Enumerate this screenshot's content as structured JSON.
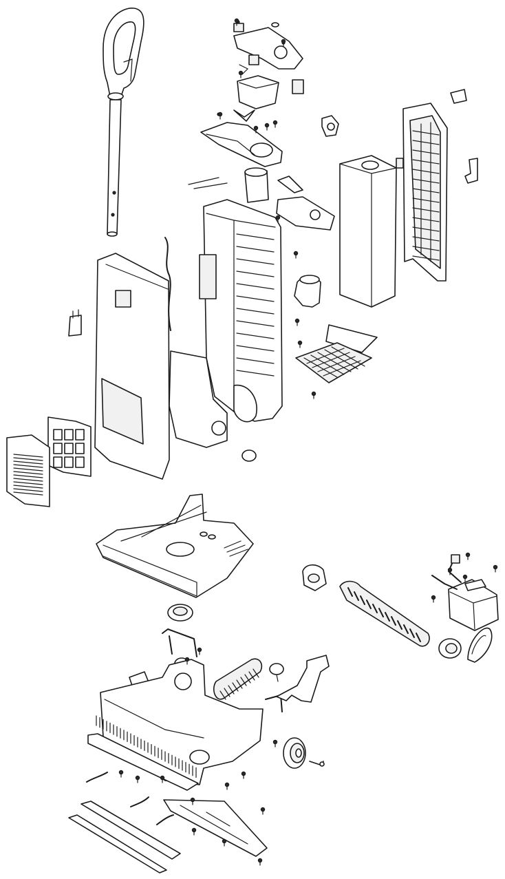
{
  "diagram": {
    "kind": "exploded-parts-view",
    "line_color": "#1a1a1a",
    "fill_color": "#ffffff",
    "shade_color": "#f1f1f1",
    "groups": [
      {
        "id": "upper-body-assembly",
        "parts": [
          "handle",
          "handle-tube",
          "top-cover-bracket",
          "cord-hook",
          "dirt-cup-housing",
          "hose-inlet-cover",
          "dust-bag-cartridge",
          "rear-filter-door",
          "main-body-housing",
          "rear-cover-panel",
          "exhaust-filter",
          "exhaust-grille",
          "hose-connector",
          "filter-pad",
          "filter-grid"
        ]
      },
      {
        "id": "base-assembly",
        "parts": [
          "nozzle-hood",
          "belt-pulley",
          "brush-roll",
          "brushroll-motor",
          "drive-belt",
          "base-frame",
          "hose-tube",
          "wheel",
          "axle-pin",
          "bumper-strip",
          "bottom-plate",
          "baseplate-rail"
        ]
      }
    ]
  }
}
